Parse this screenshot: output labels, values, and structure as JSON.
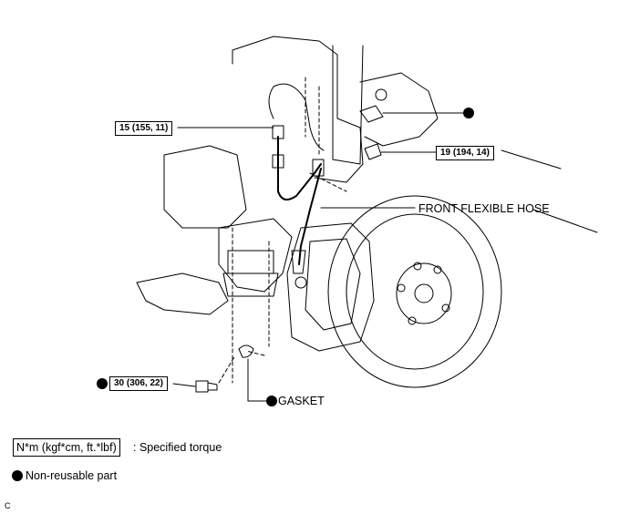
{
  "callouts": {
    "torque_top": "15 (155, 11)",
    "torque_right": "19 (194, 14)",
    "torque_bottom": "30 (306, 22)",
    "hose_label": "FRONT FLEXIBLE HOSE",
    "gasket_label": "GASKET"
  },
  "legend": {
    "torque_unit": "N*m (kgf*cm, ft.*lbf)",
    "torque_desc": ": Specified torque",
    "non_reusable": "Non-reusable part"
  },
  "footer_code": "C"
}
